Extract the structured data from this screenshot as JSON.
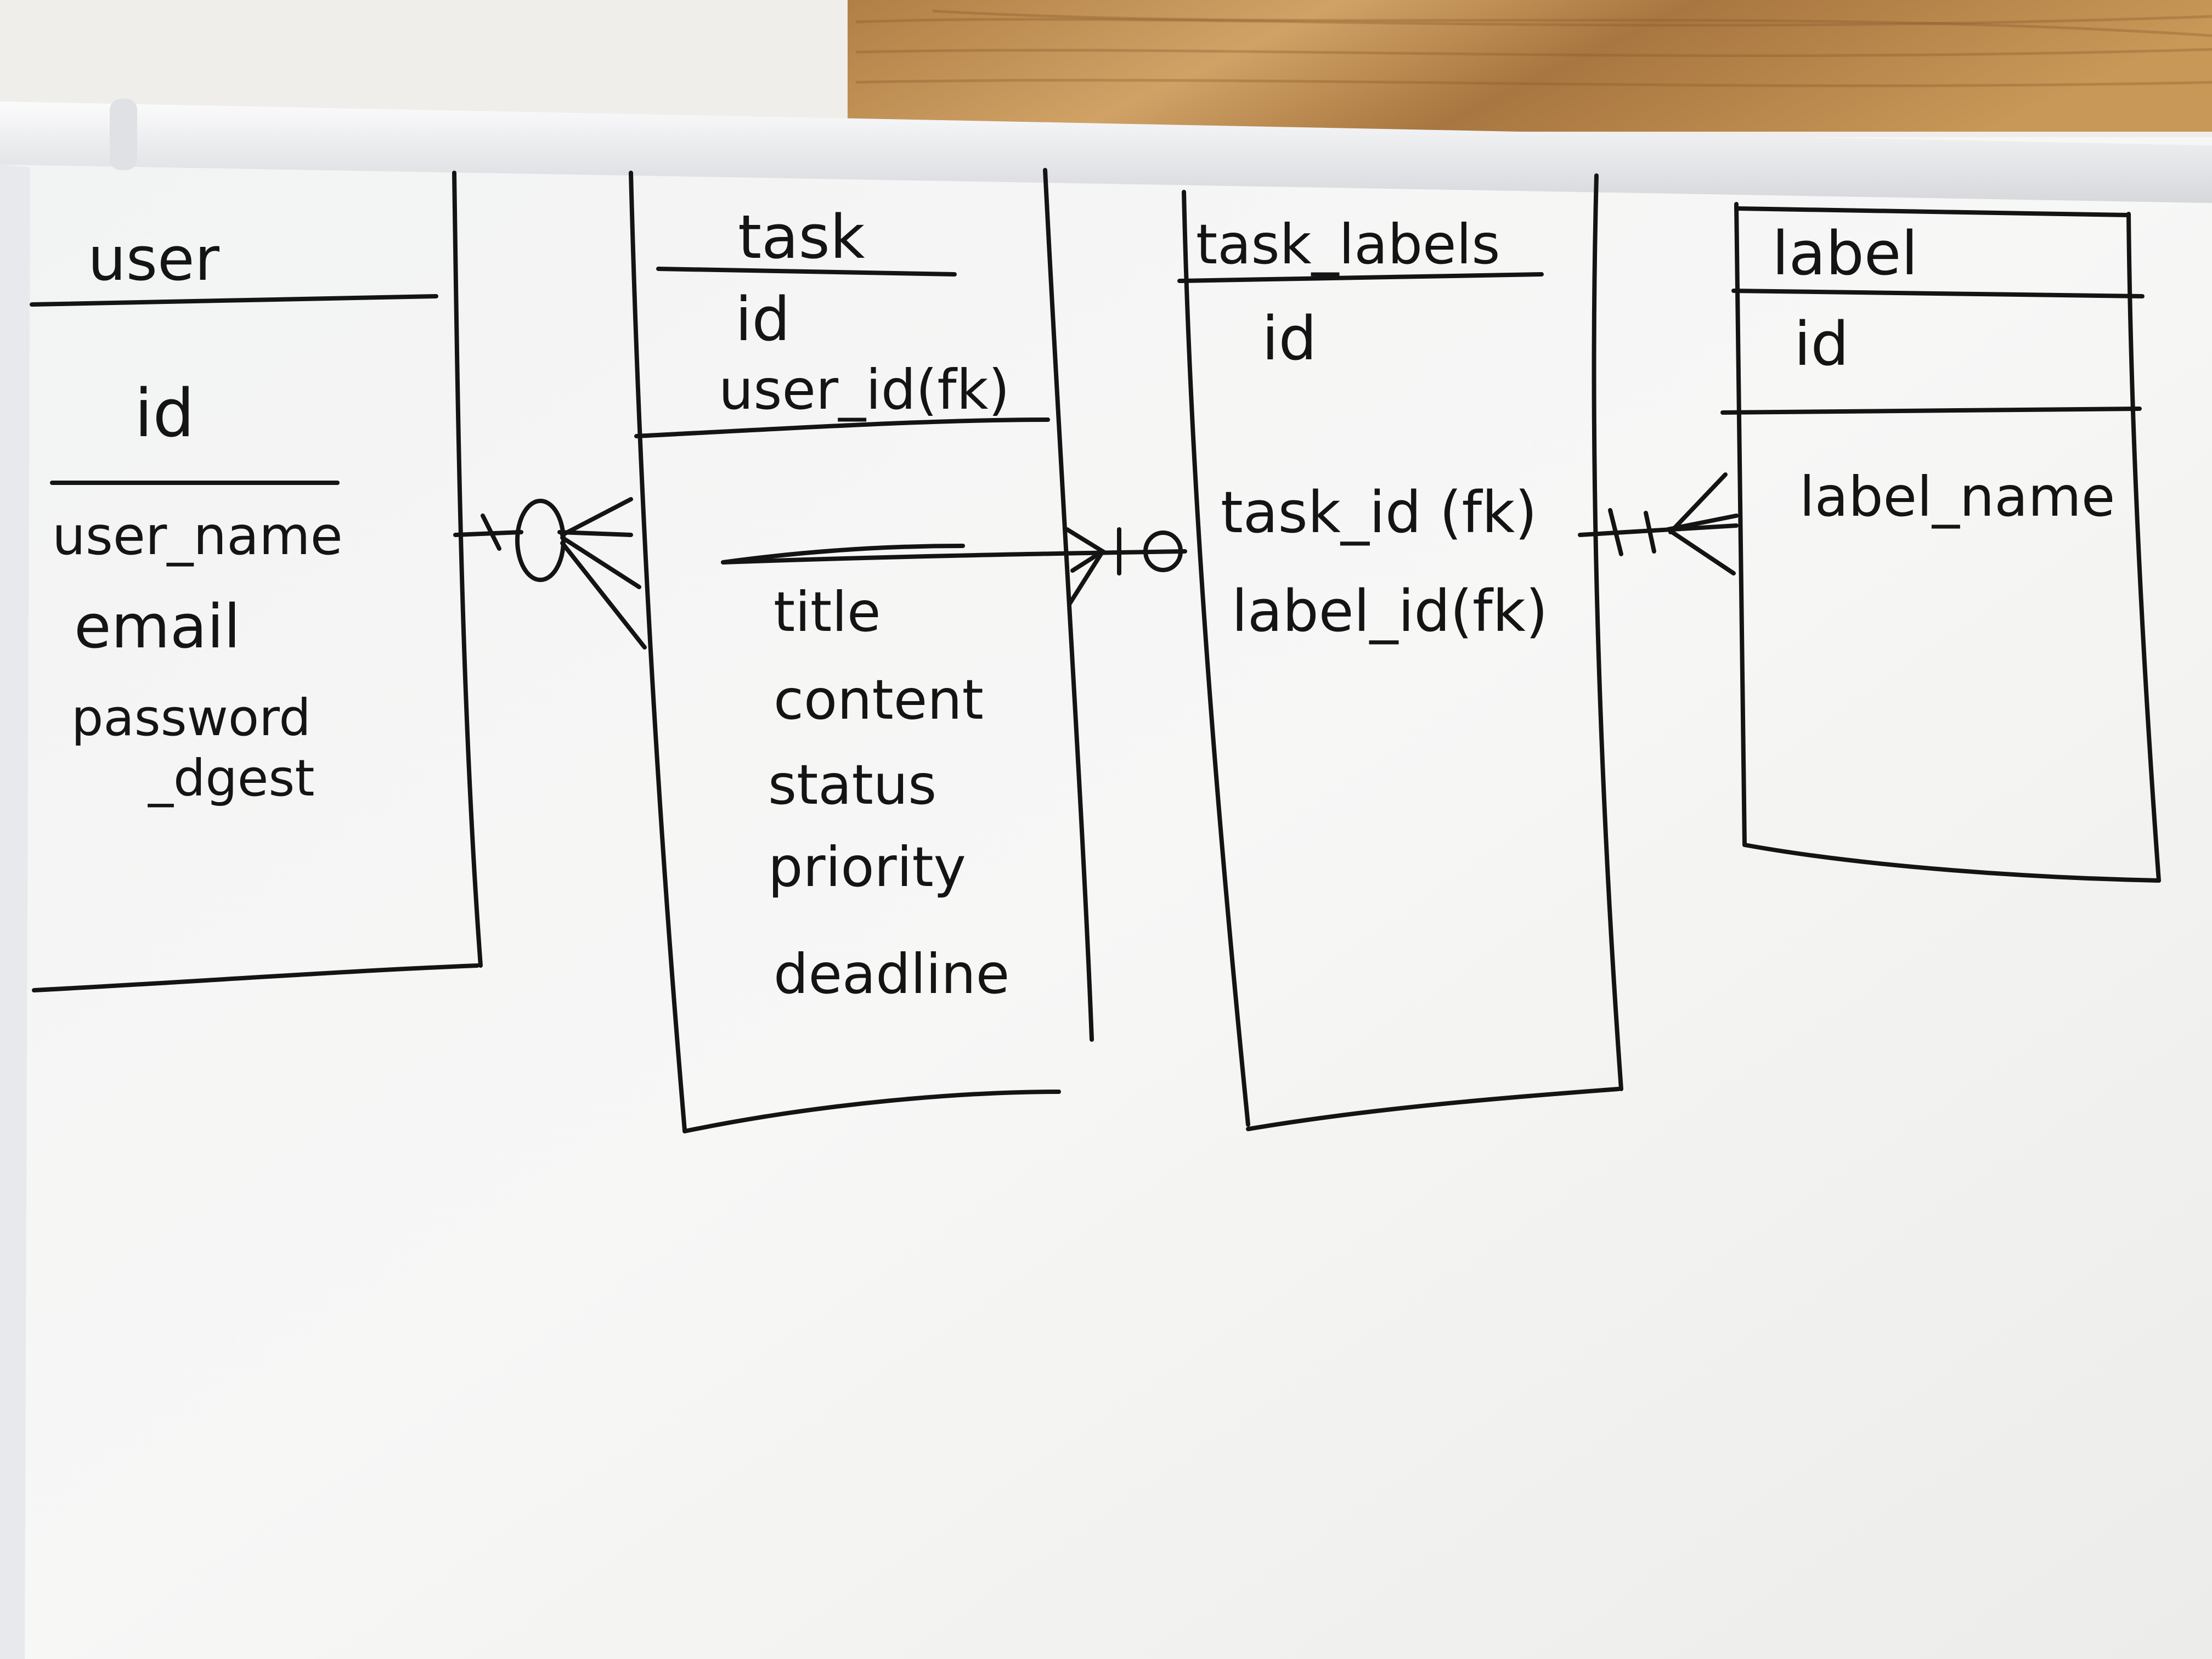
{
  "entities": {
    "user": {
      "name": "user",
      "pk": "id",
      "fields": [
        "user_name",
        "email",
        "password",
        "_dgest"
      ]
    },
    "task": {
      "name": "task",
      "pk": "id",
      "fk": "user_id(fk)",
      "fields": [
        "title",
        "content",
        "status",
        "priority",
        "deadline"
      ]
    },
    "task_labels": {
      "name": "task_labels",
      "pk": "id",
      "fields": [
        "task_id (fk)",
        "label_id(fk)"
      ]
    },
    "label": {
      "name": "label",
      "pk": "id",
      "fields": [
        "label_name"
      ]
    }
  },
  "relationships": [
    {
      "from": "user",
      "to": "task",
      "from_cardinality": "one",
      "to_cardinality": "zero-or-many"
    },
    {
      "from": "task",
      "to": "task_labels",
      "from_cardinality": "many",
      "to_cardinality": "zero-or-one"
    },
    {
      "from": "task_labels",
      "to": "label",
      "from_cardinality": "one",
      "to_cardinality": "many"
    }
  ],
  "colors": {
    "ink": "#141414",
    "board": "#f4f4f2",
    "frame": "#e6e8ec",
    "wood": "#b88a50"
  }
}
